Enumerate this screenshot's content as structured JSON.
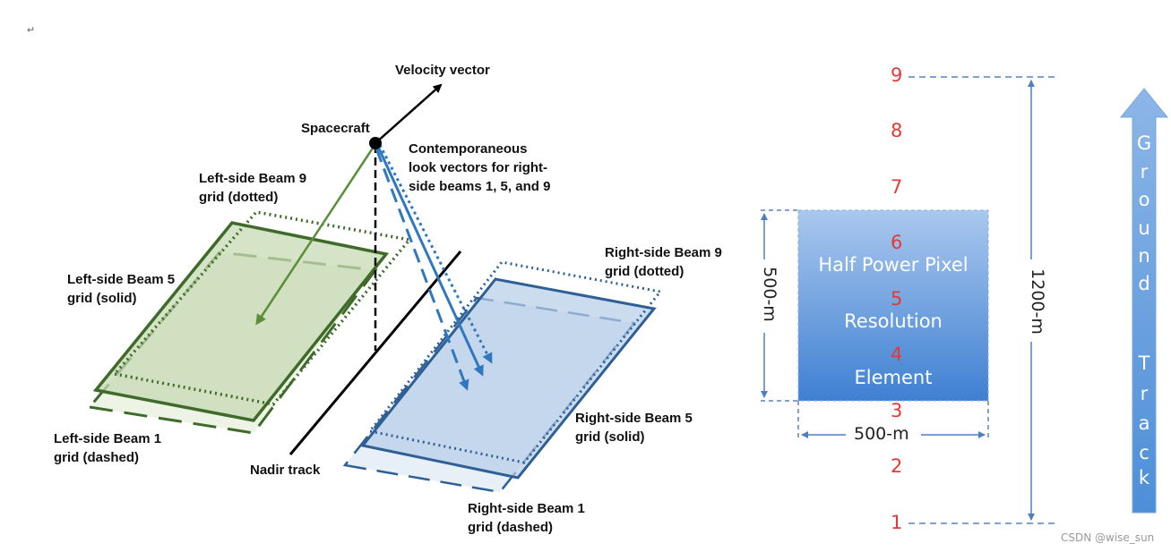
{
  "left_diagram": {
    "velocity_vector": "Velocity vector",
    "spacecraft": "Spacecraft",
    "contemporaneous": "Contemporaneous\nlook vectors for right-\nside beams 1, 5, and 9",
    "left_beam9": "Left-side Beam 9\ngrid (dotted)",
    "left_beam5": "Left-side Beam 5\ngrid (solid)",
    "left_beam1": "Left-side Beam 1\ngrid (dashed)",
    "nadir_track": "Nadir track",
    "right_beam9": "Right-side Beam 9\ngrid (dotted)",
    "right_beam5": "Right-side Beam 5\ngrid (solid)",
    "right_beam1": "Right-side Beam 1\ngrid (dashed)"
  },
  "right_diagram": {
    "row_numbers": [
      "9",
      "8",
      "7",
      "6",
      "5",
      "4",
      "3",
      "2",
      "1"
    ],
    "pixel_text": [
      "Half Power Pixel",
      "Resolution",
      "Element"
    ],
    "width_label": "500-m",
    "height_label": "500-m",
    "track_length_label": "1200-m",
    "ground_track_letters": [
      "G",
      "r",
      "o",
      "u",
      "n",
      "d",
      "",
      "T",
      "r",
      "a",
      "c",
      "k"
    ]
  },
  "colors": {
    "left_green": "#3f6b2a",
    "right_blue": "#2e5f95",
    "number_red": "#e53935",
    "pixel_blue": "#4a86d0"
  },
  "watermark": "CSDN @wise_sun",
  "corner_mark": "↵"
}
